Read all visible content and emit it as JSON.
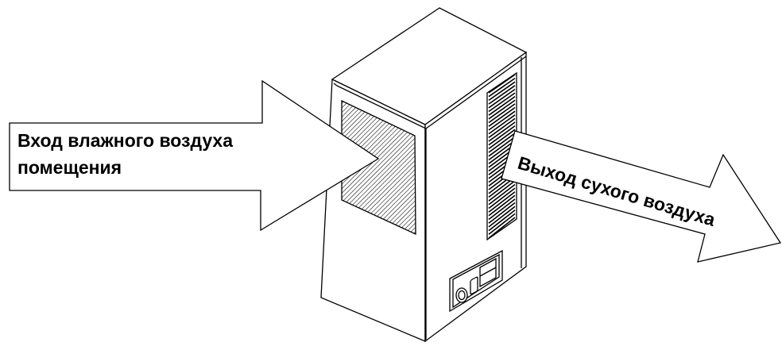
{
  "diagram": {
    "inlet_label": {
      "line1": "Вход влажного воздуха",
      "line2": "помещения"
    },
    "outlet_label": "Выход сухого воздуха"
  },
  "colors": {
    "stroke": "#000000",
    "background": "#ffffff"
  }
}
